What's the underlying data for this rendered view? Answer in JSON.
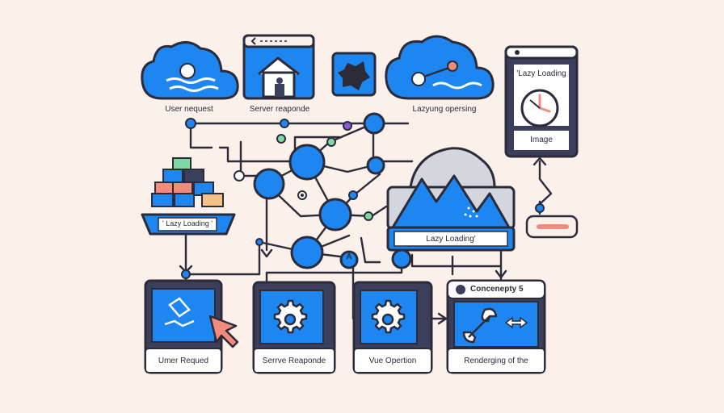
{
  "top_labels": {
    "user_request": "User nequest",
    "server_response": "Server reaponde",
    "lazy_operation": "Lazyung opersing"
  },
  "image_card": {
    "title": "'Lazy Loading",
    "caption": "Image"
  },
  "tray_label": "' Lazy Loading '",
  "mountain_label": "Lazy Loading'",
  "bottom_cards": [
    {
      "label": "Umer Requed"
    },
    {
      "label": "Serrve Reaponde"
    },
    {
      "label": "Vue Opertion"
    },
    {
      "label": "Renderging of the"
    }
  ],
  "concept_title": "Concenepty 5",
  "node_glyph": "A",
  "colors": {
    "accent": "#1d86f0",
    "outline": "#2b2b3a",
    "panel": "#3b3f5c",
    "background": "#fcf1ea",
    "salmon": "#f28b7d"
  }
}
